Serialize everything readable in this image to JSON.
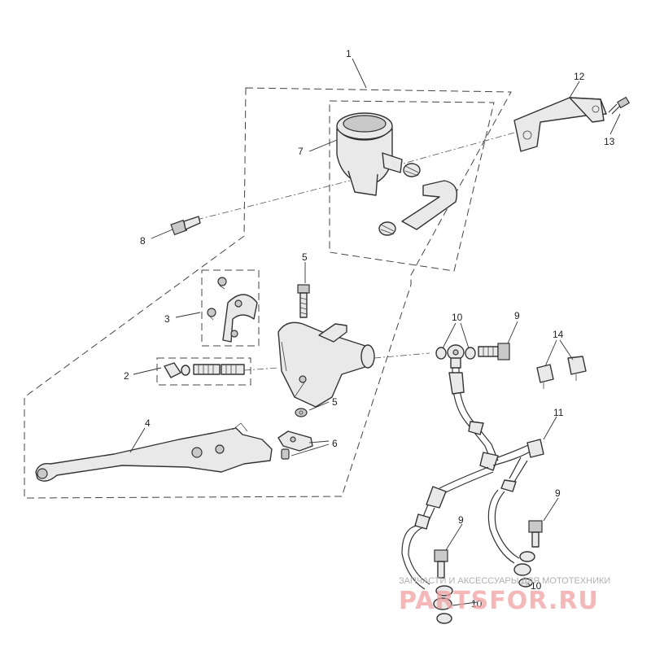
{
  "callouts": {
    "c1": "1",
    "c12": "12",
    "c13": "13",
    "c7": "7",
    "c8": "8",
    "c5a": "5",
    "c3": "3",
    "c10a": "10",
    "c9a": "9",
    "c14": "14",
    "c2": "2",
    "c5b": "5",
    "c4": "4",
    "c6": "6",
    "c11": "11",
    "c9b": "9",
    "c9c": "9",
    "c10b": "10",
    "c10c": "10"
  },
  "watermark": {
    "tagline": "ЗАПЧАСТИ И АКСЕССУАРЫ ДЛЯ МОТОТЕХНИКИ",
    "brand": "PARTSFOR.RU"
  }
}
